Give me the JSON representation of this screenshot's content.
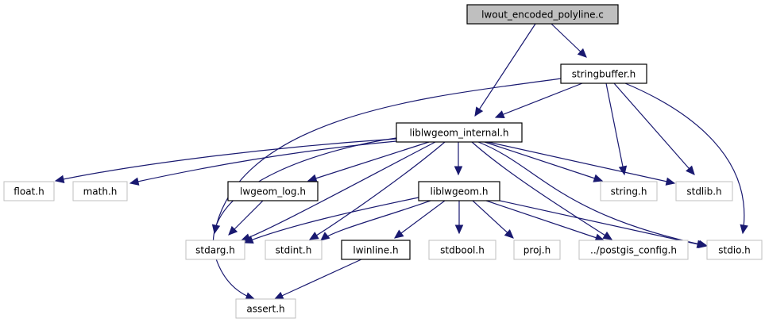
{
  "title": "lwout_encoded_polyline.c include dependency graph",
  "colors": {
    "edge": "#191970",
    "root_fill": "#bfbfbf",
    "node_border_documented": "#000000",
    "node_border_system": "#bfbfbf"
  },
  "nodes": [
    {
      "id": "root",
      "label": "lwout_encoded_polyline.c",
      "kind": "root"
    },
    {
      "id": "stringbuffer",
      "label": "stringbuffer.h",
      "kind": "documented"
    },
    {
      "id": "internal",
      "label": "liblwgeom_internal.h",
      "kind": "documented"
    },
    {
      "id": "float",
      "label": "float.h",
      "kind": "system"
    },
    {
      "id": "math",
      "label": "math.h",
      "kind": "system"
    },
    {
      "id": "log",
      "label": "lwgeom_log.h",
      "kind": "documented"
    },
    {
      "id": "liblwgeom",
      "label": "liblwgeom.h",
      "kind": "documented"
    },
    {
      "id": "string",
      "label": "string.h",
      "kind": "system"
    },
    {
      "id": "stdlib",
      "label": "stdlib.h",
      "kind": "system"
    },
    {
      "id": "stdarg",
      "label": "stdarg.h",
      "kind": "system"
    },
    {
      "id": "stdint",
      "label": "stdint.h",
      "kind": "system"
    },
    {
      "id": "lwinline",
      "label": "lwinline.h",
      "kind": "documented"
    },
    {
      "id": "stdbool",
      "label": "stdbool.h",
      "kind": "system"
    },
    {
      "id": "proj",
      "label": "proj.h",
      "kind": "system"
    },
    {
      "id": "postgis_config",
      "label": "../postgis_config.h",
      "kind": "system"
    },
    {
      "id": "stdio",
      "label": "stdio.h",
      "kind": "system"
    },
    {
      "id": "assert",
      "label": "assert.h",
      "kind": "system"
    }
  ],
  "edges": [
    [
      "root",
      "stringbuffer"
    ],
    [
      "root",
      "internal"
    ],
    [
      "stringbuffer",
      "internal"
    ],
    [
      "stringbuffer",
      "stdarg"
    ],
    [
      "stringbuffer",
      "string"
    ],
    [
      "stringbuffer",
      "stdlib"
    ],
    [
      "stringbuffer",
      "stdio"
    ],
    [
      "internal",
      "float"
    ],
    [
      "internal",
      "math"
    ],
    [
      "internal",
      "log"
    ],
    [
      "internal",
      "liblwgeom"
    ],
    [
      "internal",
      "string"
    ],
    [
      "internal",
      "stdlib"
    ],
    [
      "internal",
      "stdarg"
    ],
    [
      "internal",
      "stdint"
    ],
    [
      "internal",
      "assert"
    ],
    [
      "internal",
      "postgis_config"
    ],
    [
      "internal",
      "stdio"
    ],
    [
      "log",
      "stdarg"
    ],
    [
      "liblwgeom",
      "stdarg"
    ],
    [
      "liblwgeom",
      "stdint"
    ],
    [
      "liblwgeom",
      "lwinline"
    ],
    [
      "liblwgeom",
      "stdbool"
    ],
    [
      "liblwgeom",
      "proj"
    ],
    [
      "liblwgeom",
      "postgis_config"
    ],
    [
      "liblwgeom",
      "stdio"
    ],
    [
      "lwinline",
      "assert"
    ]
  ]
}
